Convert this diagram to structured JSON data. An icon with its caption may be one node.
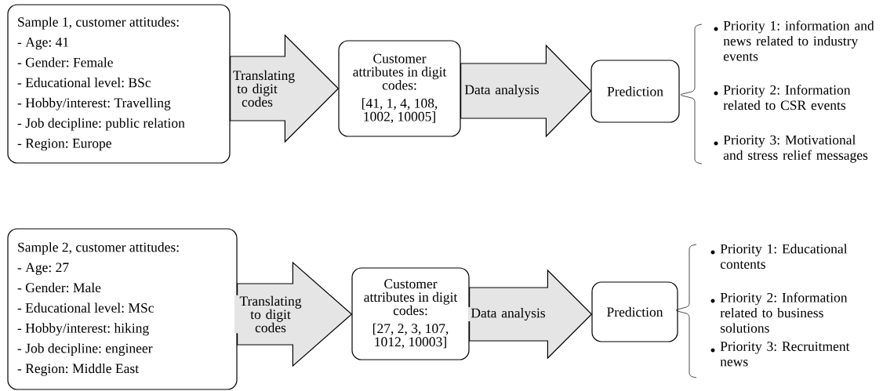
{
  "diagram": {
    "nodes": [
      {
        "text": [
          "Sample 1, customer attitudes:",
          "- Age: 41",
          "- Gender: Female",
          "- Educational level: BSc",
          "- Hobby/interest: Travelling",
          "- Job decipline: public relation",
          "- Region: Europe"
        ]
      },
      {
        "text": [
          "Customer attributes in digit codes:",
          "[41, 1, 4, 108, 1002, 10005]"
        ]
      },
      {
        "text": [
          "Prediction"
        ]
      },
      {
        "text": [
          "Sample 2, customer attitudes:",
          "- Age: 27",
          "- Gender: Male",
          "- Educational level: MSc",
          "- Hobby/interest: hiking",
          "- Job decipline: engineer",
          "- Region: Middle East"
        ]
      },
      {
        "text": [
          "Customer attributes in digit codes:",
          "[27, 2, 3, 107, 1012, 10003]"
        ]
      },
      {
        "text": [
          "Prediction"
        ]
      }
    ],
    "edges": [
      {
        "from": 0,
        "to": 1,
        "arrow": "to",
        "label": "Translating to digit codes"
      },
      {
        "from": 1,
        "to": 2,
        "arrow": "to",
        "label": "Data analysis"
      },
      {
        "from": 3,
        "to": 4,
        "arrow": "to",
        "label": "Translating to digit codes"
      },
      {
        "from": 4,
        "to": 5,
        "arrow": "to",
        "label": "Data analysis"
      }
    ],
    "labels": [
      "Priority 1: information and news related to industry events",
      "Priority 2: Information related to CSR events",
      "Priority 3: Motivational and stress relief messages",
      "Priority 1: Educational contents",
      "Priority 2: Information related to business solutions",
      "Priority 3: Recruitment news"
    ]
  }
}
